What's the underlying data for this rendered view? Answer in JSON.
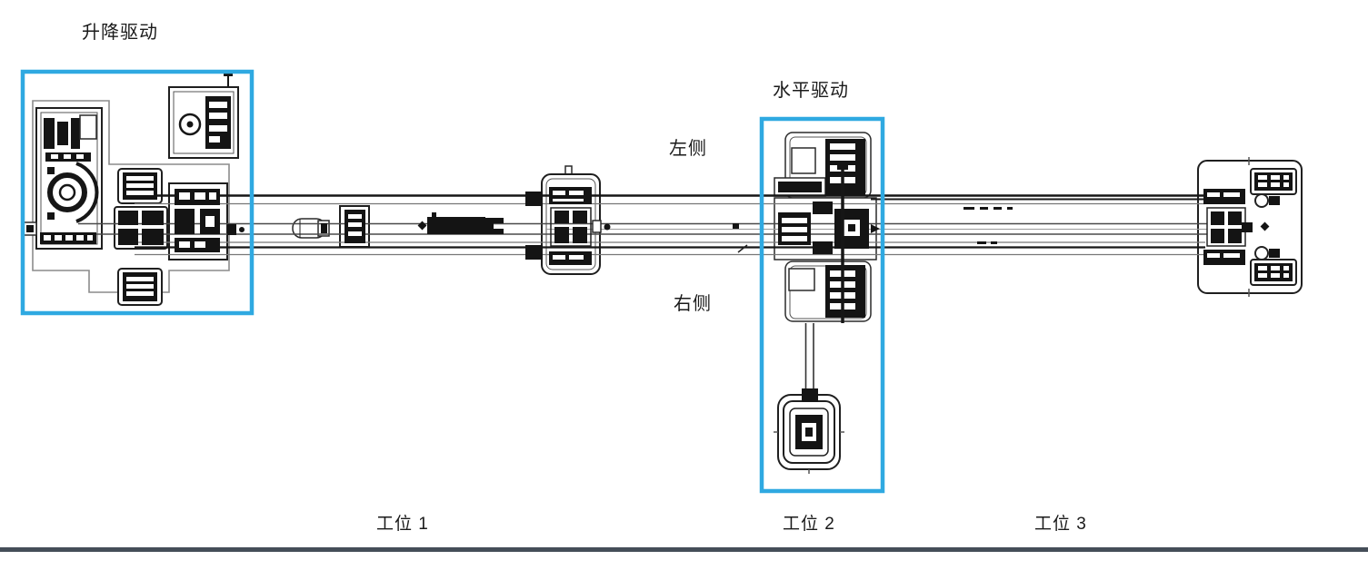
{
  "diagram": {
    "colors": {
      "background": "#ffffff",
      "ink": "#1a1a1a",
      "highlight": "#2FA9E1",
      "bottom_rule": "#454E58"
    },
    "annotations": {
      "lift_drive": "升降驱动",
      "horizontal_drive": "水平驱动",
      "left_side": "左侧",
      "right_side": "右侧"
    },
    "stations": [
      {
        "label": "工位 1"
      },
      {
        "label": "工位 2"
      },
      {
        "label": "工位 3"
      }
    ]
  }
}
